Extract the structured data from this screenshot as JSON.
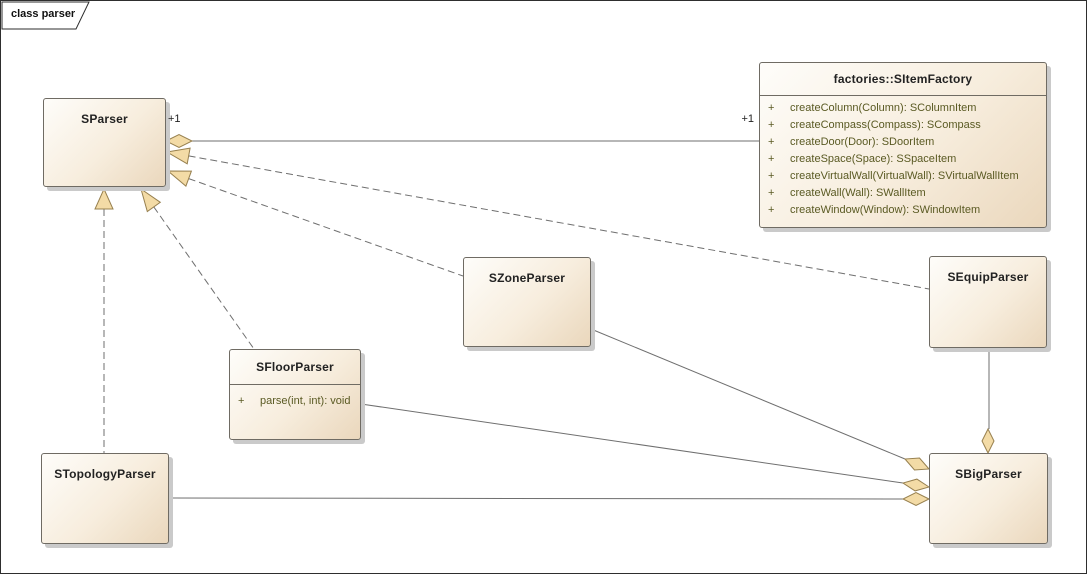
{
  "diagram": {
    "frame_label": "class parser",
    "type": "uml-class-diagram"
  },
  "relations": {
    "sparser_end_multiplicity": "+1",
    "factory_end_multiplicity": "+1"
  },
  "classes": {
    "sparser": {
      "name": "SParser"
    },
    "sitem_factory": {
      "name": "factories::SItemFactory",
      "methods": [
        {
          "visibility": "+",
          "signature": "createColumn(Column): SColumnItem"
        },
        {
          "visibility": "+",
          "signature": "createCompass(Compass): SCompass"
        },
        {
          "visibility": "+",
          "signature": "createDoor(Door): SDoorItem"
        },
        {
          "visibility": "+",
          "signature": "createSpace(Space): SSpaceItem"
        },
        {
          "visibility": "+",
          "signature": "createVirtualWall(VirtualWall): SVirtualWallItem"
        },
        {
          "visibility": "+",
          "signature": "createWall(Wall): SWallItem"
        },
        {
          "visibility": "+",
          "signature": "createWindow(Window): SWindowItem"
        }
      ]
    },
    "szone_parser": {
      "name": "SZoneParser"
    },
    "sfloor_parser": {
      "name": "SFloorParser",
      "methods": [
        {
          "visibility": "+",
          "signature": "parse(int, int): void"
        }
      ]
    },
    "stopology_parser": {
      "name": "STopologyParser"
    },
    "sequip_parser": {
      "name": "SEquipParser"
    },
    "sbig_parser": {
      "name": "SBigParser"
    }
  },
  "colors": {
    "box_fill_light": "#fefdfa",
    "box_fill_dark": "#ead7bc",
    "box_border": "#6f6b63",
    "box_shadow": "#cacaca",
    "connector": "#6f6f6f",
    "arrowhead_fill": "#f3dba6",
    "arrowhead_stroke": "#97804f",
    "method_text": "#5a5a23",
    "frame_border": "#2e2e2e"
  }
}
